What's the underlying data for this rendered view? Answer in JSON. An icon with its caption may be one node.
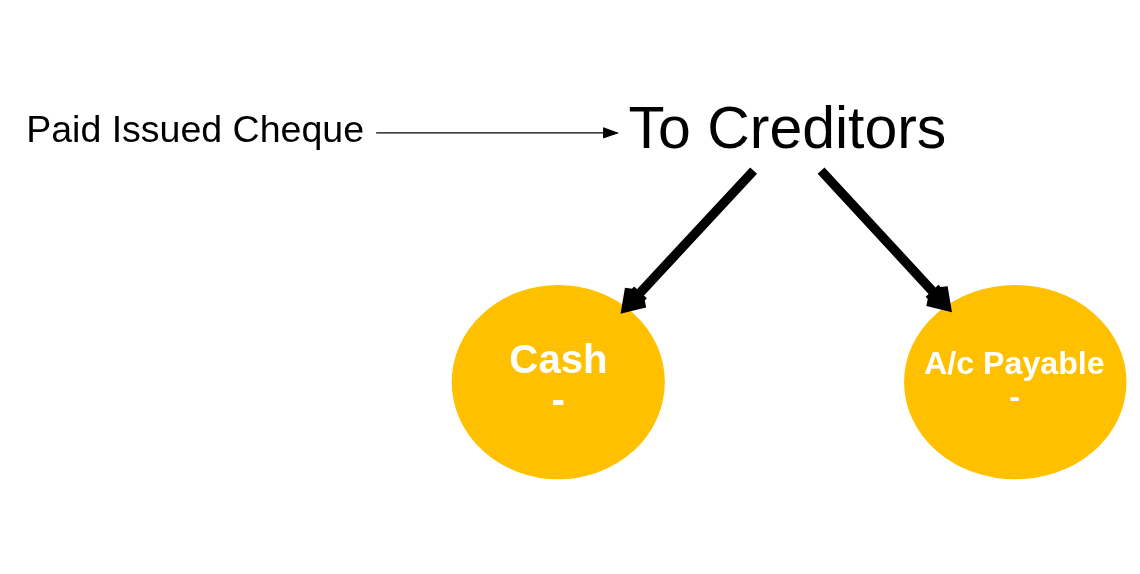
{
  "diagram": {
    "nodes": [
      {
        "text": [
          "Paid Issued Cheque"
        ]
      },
      {
        "text": [
          "To Creditors"
        ]
      },
      {
        "text": [
          "Cash",
          "-"
        ]
      },
      {
        "text": [
          "A/c Payable",
          "-"
        ]
      }
    ],
    "edges": [
      {
        "from": 0,
        "to": 1,
        "arrow": "to"
      },
      {
        "from": 1,
        "to": 2,
        "arrow": "to"
      },
      {
        "from": 1,
        "to": 3,
        "arrow": "to"
      }
    ]
  }
}
